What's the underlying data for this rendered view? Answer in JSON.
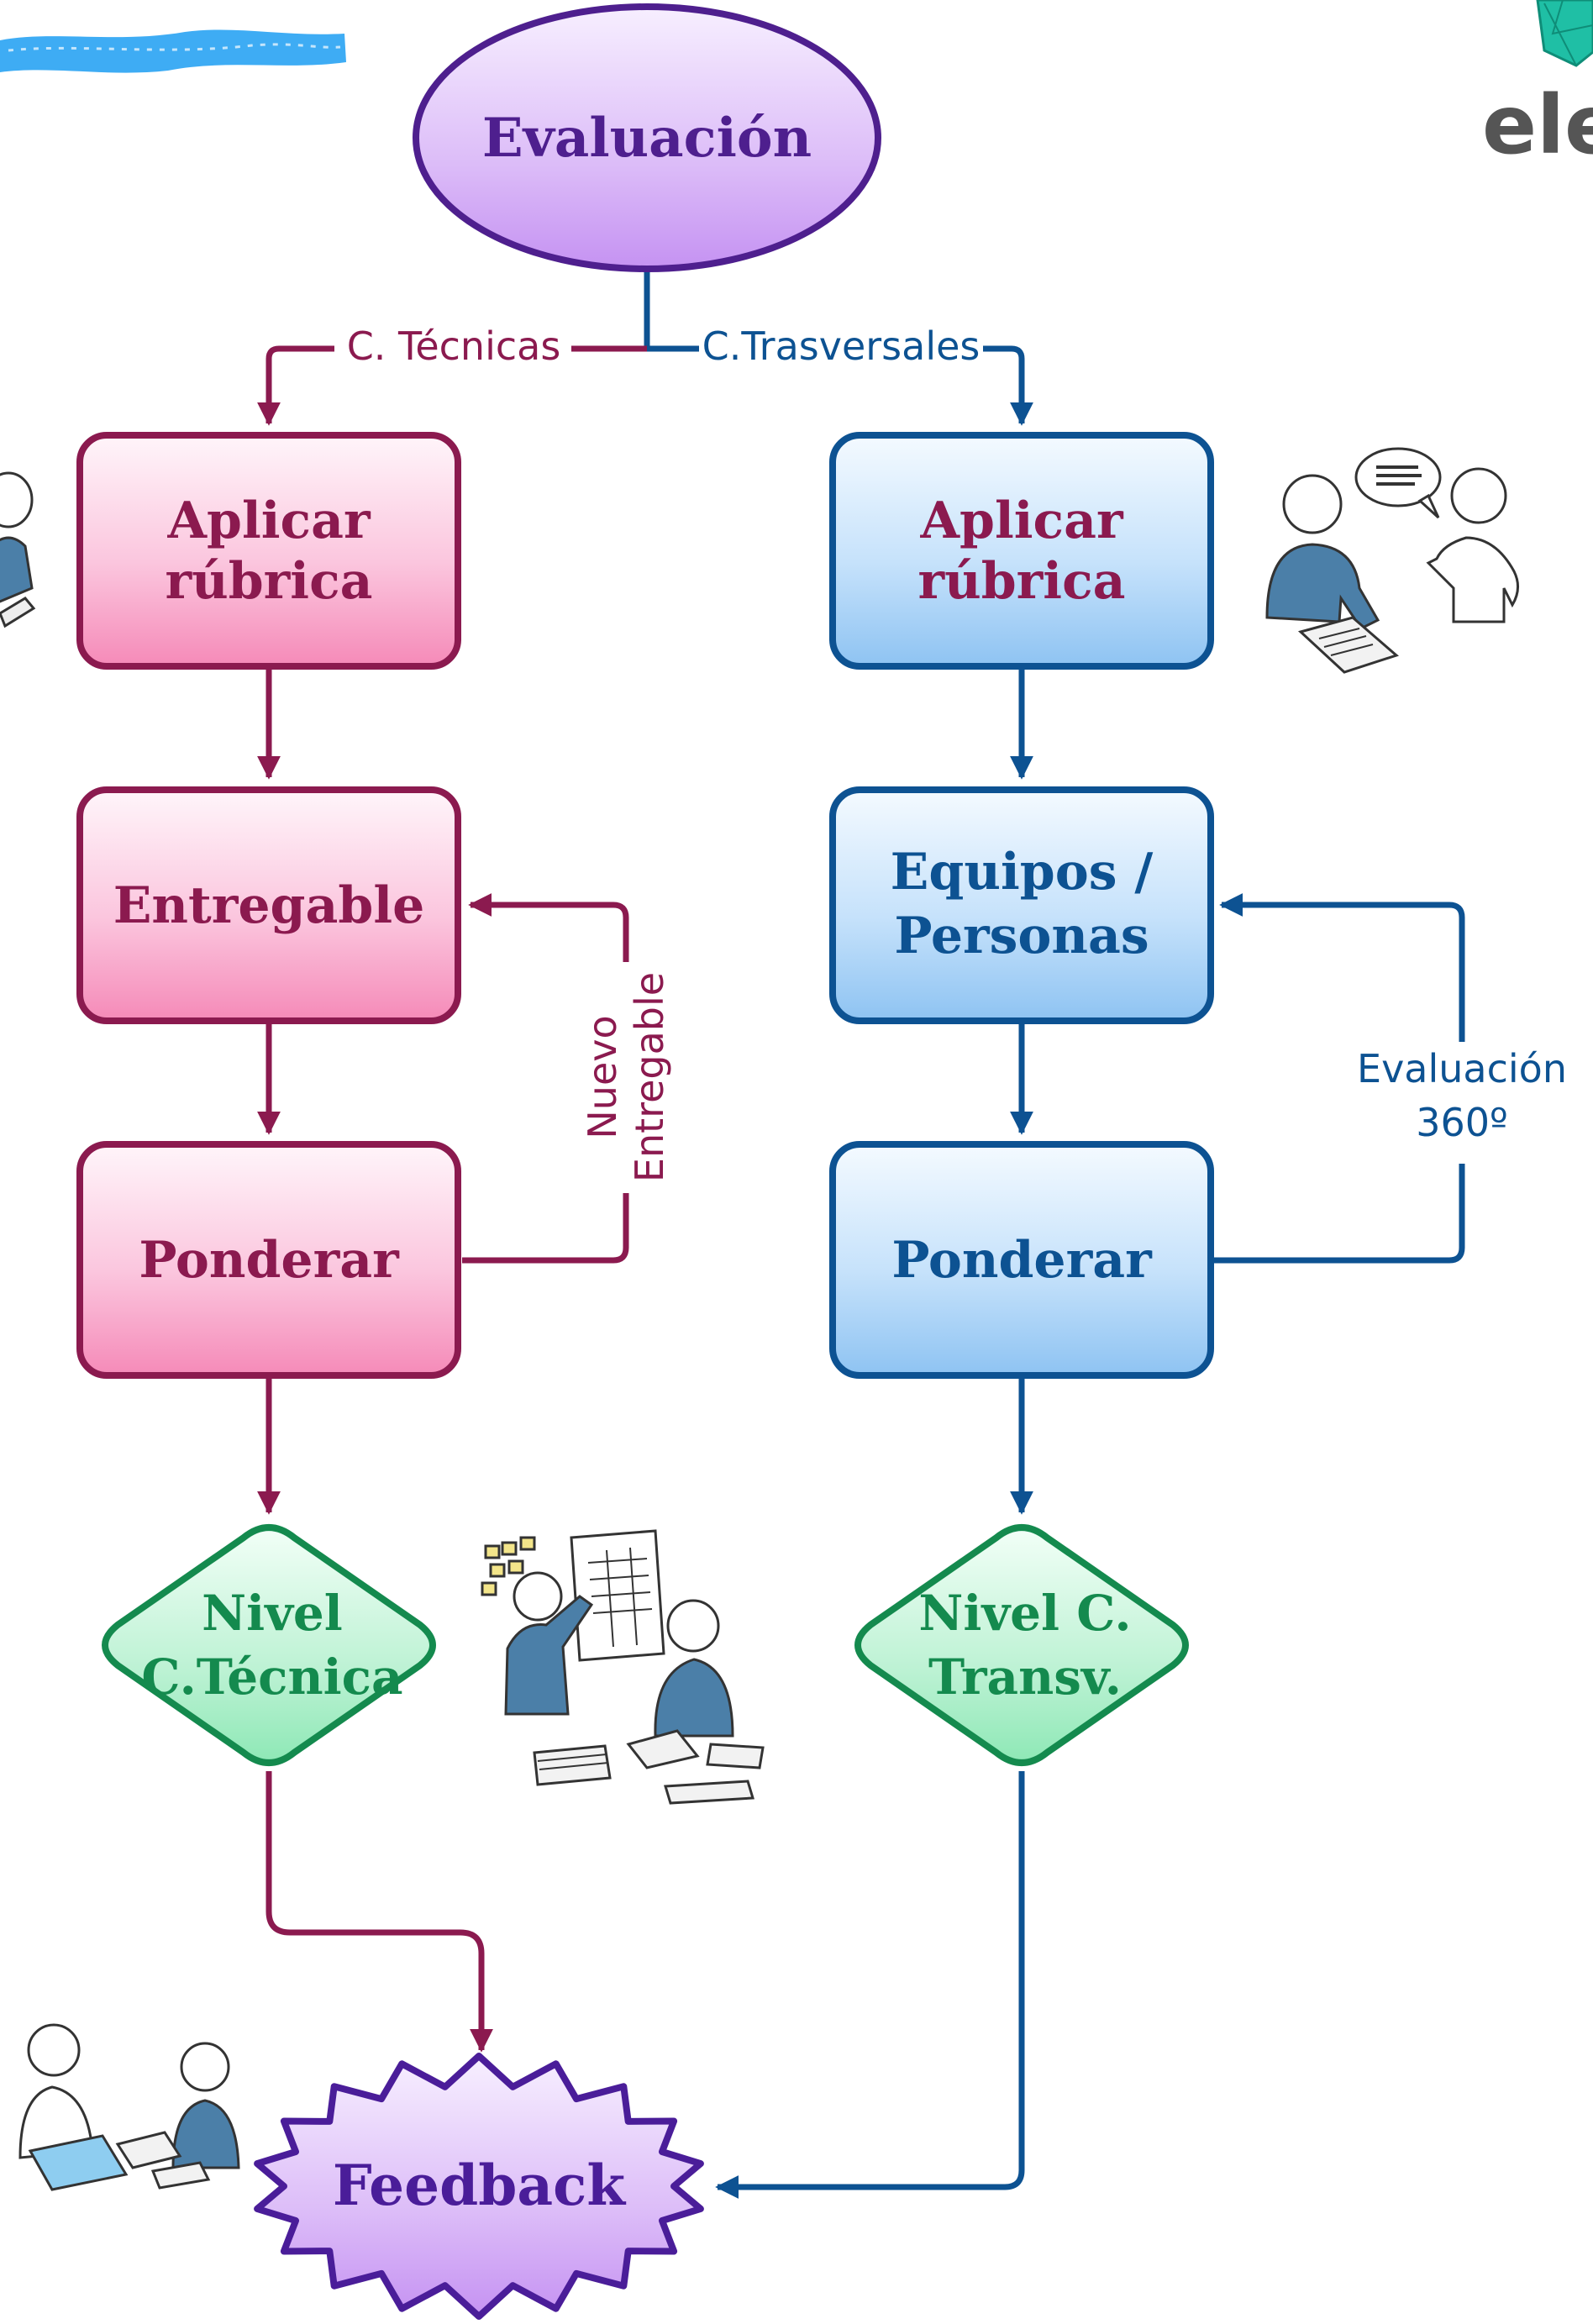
{
  "nodes": {
    "start": "Evaluación",
    "tec_rubrica": [
      "Aplicar",
      "rúbrica"
    ],
    "tec_entregable": "Entregable",
    "tec_ponderar": "Ponderar",
    "tec_nivel": [
      "Nivel",
      "C.Técnica"
    ],
    "tra_rubrica": [
      "Aplicar",
      "rúbrica"
    ],
    "tra_equipos": [
      "Equipos /",
      "Personas"
    ],
    "tra_ponderar": "Ponderar",
    "tra_nivel": [
      "Nivel C.",
      "Transv."
    ],
    "feedback": "Feedback"
  },
  "edges": {
    "tecnicas": "C. Técnicas",
    "trasversales": "C.Trasversales",
    "nuevo": [
      "Nuevo",
      "Entregable"
    ],
    "evaluacion360": [
      "Evaluación",
      "360º"
    ]
  },
  "logo": "ele",
  "colors": {
    "technical": "#8b1a4f",
    "transversal": "#0d5292",
    "start": "#4e1f8e",
    "decision": "#148a4e",
    "feedback": "#4a1d99"
  }
}
